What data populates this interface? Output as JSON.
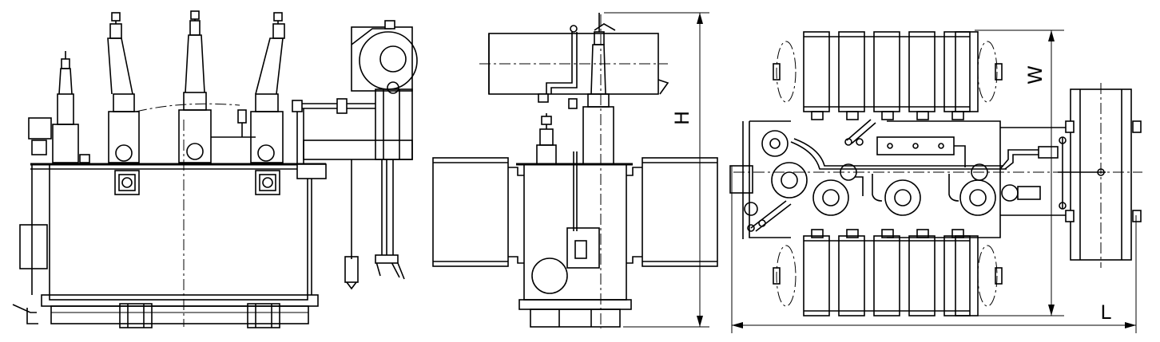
{
  "dimensions": {
    "height": "H",
    "width": "W",
    "length": "L"
  }
}
